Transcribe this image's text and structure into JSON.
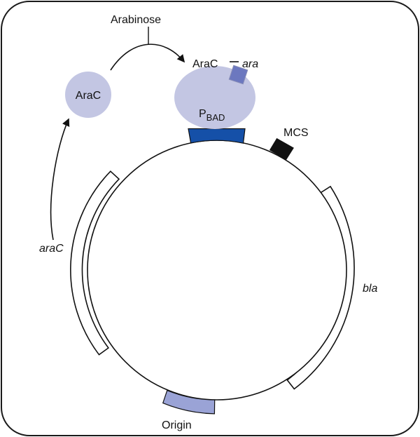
{
  "colors": {
    "frame_stroke": "#1a1a1a",
    "araC_fill": "#c3c6e3",
    "arabinose_fill": "#6c78bf",
    "pbad_box_fill": "#1550a8",
    "mcs_fill": "#111111",
    "origin_fill": "#9aa3d6",
    "line": "#111111"
  },
  "labels": {
    "arabinose": "Arabinose",
    "araC_free": "AraC",
    "complex_protein": "AraC",
    "complex_ligand": "ara",
    "promoter_main": "P",
    "promoter_sub": "BAD",
    "mcs": "MCS",
    "araC_gene": "araC",
    "bla_gene": "bla",
    "origin": "Origin"
  }
}
